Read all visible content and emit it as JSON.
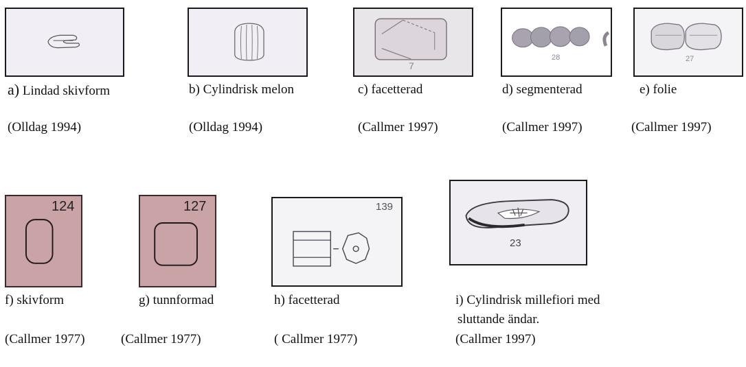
{
  "colors": {
    "panel_light": "#f1eff5",
    "panel_pink": "#c9a3a6",
    "panel_white": "#f4f4f7",
    "ink": "#1a1a1a"
  },
  "row1": [
    {
      "letter": "a)",
      "label": "Lindad skivform",
      "ref": "(Olldag 1994)"
    },
    {
      "letter": "b)",
      "label": "Cylindrisk melon",
      "ref": "(Olldag 1994)"
    },
    {
      "letter": "c)",
      "label": "facetterad",
      "ref": "(Callmer 1997)",
      "number": "7"
    },
    {
      "letter": "d)",
      "label": "segmenterad",
      "ref": "(Callmer 1997)",
      "number": "28"
    },
    {
      "letter": "e)",
      "label": "folie",
      "ref": "(Callmer 1997)",
      "number": "27"
    }
  ],
  "row2": [
    {
      "letter": "f)",
      "label": "skivform",
      "ref": "(Callmer 1977)",
      "number": "124"
    },
    {
      "letter": "g)",
      "label": "tunnformad",
      "ref": "(Callmer 1977)",
      "number": "127"
    },
    {
      "letter": "h)",
      "label": "facetterad",
      "ref": "( Callmer 1977)",
      "number": "139"
    },
    {
      "letter": "i)",
      "label_line1": "Cylindrisk millefiori med",
      "label_line2": "sluttande ändar.",
      "ref": "(Callmer 1997)",
      "number": "23"
    }
  ]
}
